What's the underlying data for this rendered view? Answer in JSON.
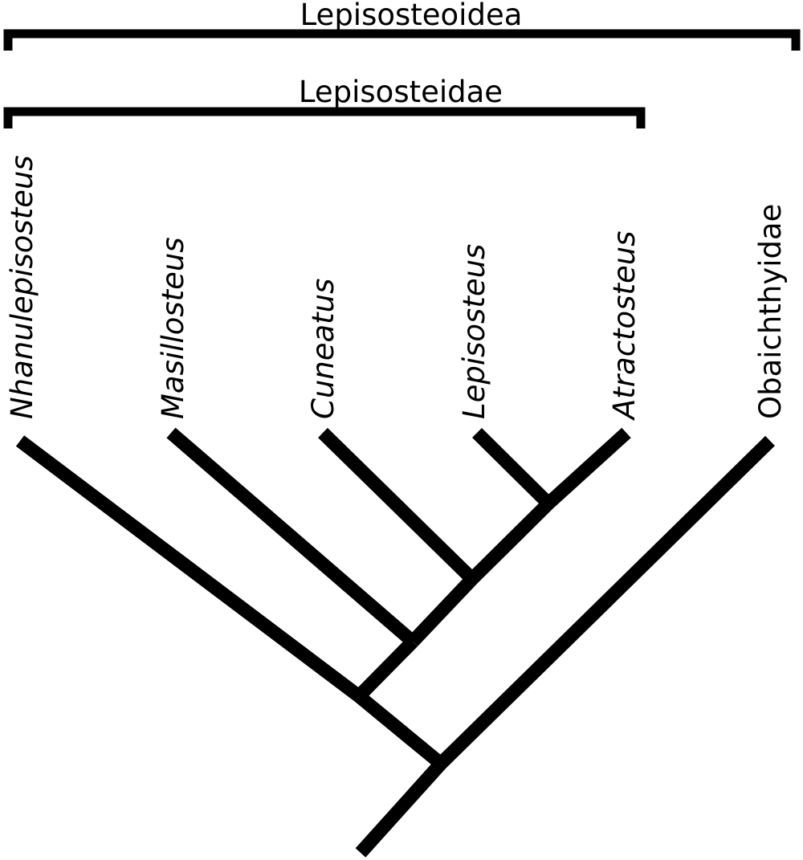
{
  "groups": {
    "outer": {
      "label": "Lepisosteoidea"
    },
    "inner": {
      "label": "Lepisosteidae"
    }
  },
  "taxa": [
    {
      "id": "nhanulepisosteus",
      "label": "Nhanulepisosteus",
      "italic": true
    },
    {
      "id": "masillosteus",
      "label": "Masillosteus",
      "italic": true
    },
    {
      "id": "cuneatus",
      "label": "Cuneatus",
      "italic": true
    },
    {
      "id": "lepisosteus",
      "label": "Lepisosteus",
      "italic": true
    },
    {
      "id": "atractosteus",
      "label": "Atractosteus",
      "italic": true
    },
    {
      "id": "obaichthyidae",
      "label": "Obaichthyidae",
      "italic": false
    }
  ],
  "tree": {
    "root": "n0",
    "nodes": {
      "n0": {
        "children": [
          "n1",
          "obaichthyidae"
        ]
      },
      "n1": {
        "children": [
          "nhanulepisosteus",
          "n2"
        ]
      },
      "n2": {
        "children": [
          "masillosteus",
          "n3"
        ]
      },
      "n3": {
        "children": [
          "cuneatus",
          "n4"
        ]
      },
      "n4": {
        "children": [
          "lepisosteus",
          "atractosteus"
        ]
      }
    }
  },
  "style": {
    "line_color": "#000000",
    "background": "#ffffff"
  }
}
